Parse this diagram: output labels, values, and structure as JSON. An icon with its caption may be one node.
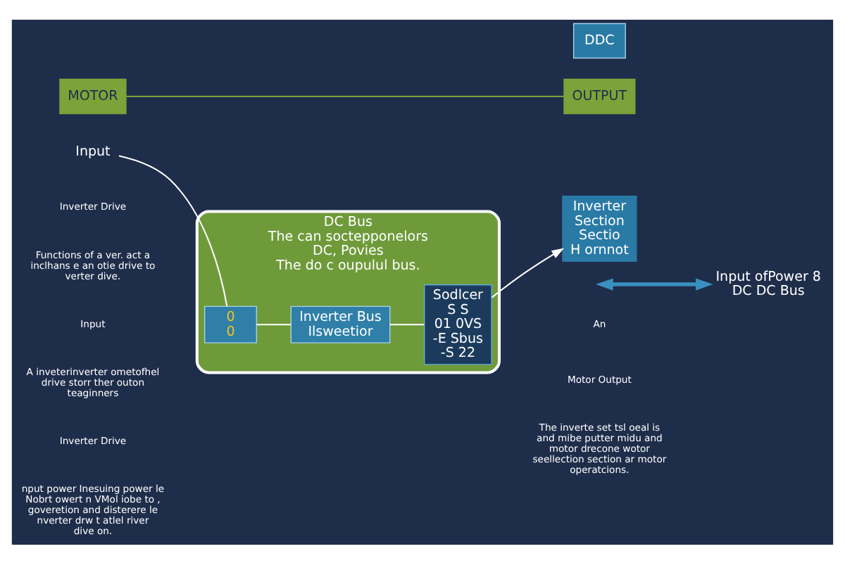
{
  "diagram": {
    "nodes": [
      {
        "text": [
          "DC Bus",
          "The can soctepponelors",
          "DC, Povies",
          "The do c oupulul bus."
        ]
      },
      {
        "text": [
          "0",
          "0"
        ],
        "in": 0
      },
      {
        "text": [
          "Inverter Bus",
          "Ilsweetior"
        ],
        "in": 0
      },
      {
        "text": [
          "Sodlcer",
          "S S",
          "01 0VS",
          "-E Sbus",
          "-S 22"
        ],
        "in": 0
      },
      {
        "text": [
          "Input"
        ]
      },
      {
        "text": [
          "Inverter",
          "Section",
          "Sectio",
          "H ornnot"
        ]
      },
      {
        "text": [
          "MOTOR"
        ]
      },
      {
        "text": [
          "OUTPUT"
        ]
      },
      {
        "text": [
          "Input ofPower 8",
          "DC DC Bus"
        ]
      },
      {
        "text": [
          "DDC"
        ]
      }
    ],
    "edges": [
      {
        "from": 4,
        "to": 1,
        "arrow": "none"
      },
      {
        "from": 1,
        "to": 2,
        "arrow": "none"
      },
      {
        "from": 2,
        "to": 3,
        "arrow": "none"
      },
      {
        "from": 3,
        "to": 5,
        "arrow": "to"
      },
      {
        "from": 6,
        "to": 7,
        "arrow": "none",
        "color": "#7aa33a"
      },
      {
        "from": null,
        "to": 8,
        "arrow": "both",
        "style": "thick",
        "color": "#3a8fc0"
      }
    ],
    "labels": [
      "Inverter Drive",
      "Functions of a ver. act a inclhans e an otie drive to verter dive.",
      "Input",
      "A inveterinverter ometofhel drive storr ther outon teaginners",
      "Inverter Drive",
      "nput power Inesuing power le Nobrt owert n VMol iobe to , goveretion and disterere le nverter drw t atlel river dive on.",
      "An",
      "Motor Output",
      "The inverte set tsl oeal is and mibe putter midu and motor drecone wotor seellection section ar motor operatcions."
    ]
  }
}
